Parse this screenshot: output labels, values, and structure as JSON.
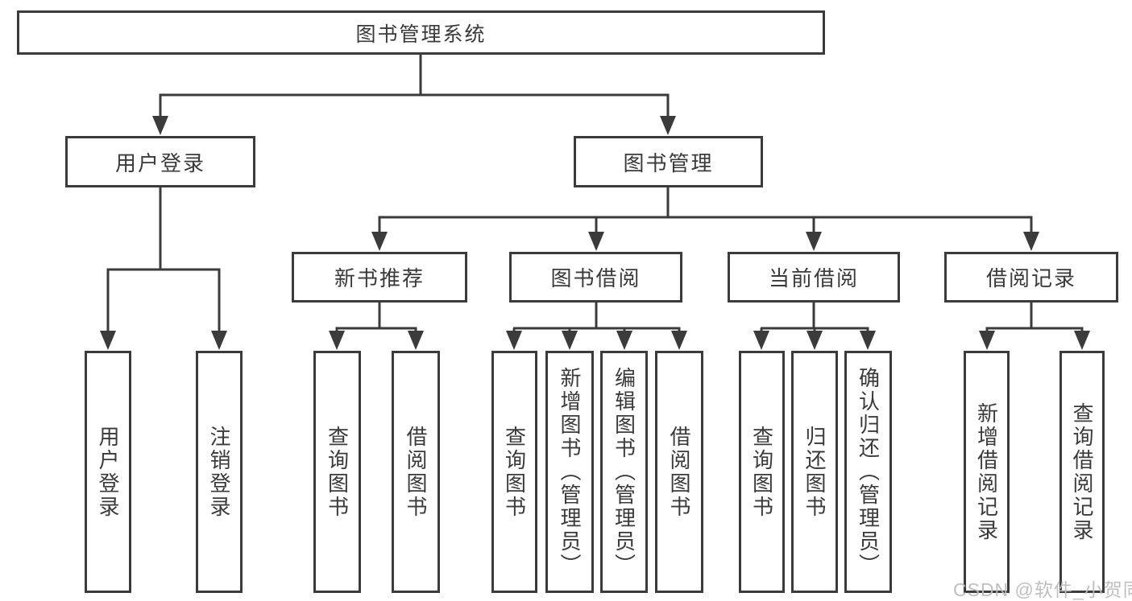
{
  "diagram": {
    "root": {
      "label": "图书管理系统"
    },
    "login": {
      "label": "用户登录",
      "children": [
        "用户登录",
        "注销登录"
      ]
    },
    "management": {
      "label": "图书管理"
    },
    "groups": [
      {
        "label": "新书推荐",
        "children": [
          "查询图书",
          "借阅图书"
        ]
      },
      {
        "label": "图书借阅",
        "children": [
          "查询图书",
          "新增图书（管理员）",
          "编辑图书（管理员）",
          "借阅图书"
        ]
      },
      {
        "label": "当前借阅",
        "children": [
          "查询图书",
          "归还图书",
          "确认归还（管理员）"
        ]
      },
      {
        "label": "借阅记录",
        "children": [
          "新增借阅记录",
          "查询借阅记录"
        ]
      }
    ],
    "watermark": "CSDN @软件_小贺同学",
    "colors": {
      "line": "#3b3b3b",
      "text": "#3a3a3a",
      "watermark": "#bcbcbc",
      "background": "#ffffff"
    }
  }
}
